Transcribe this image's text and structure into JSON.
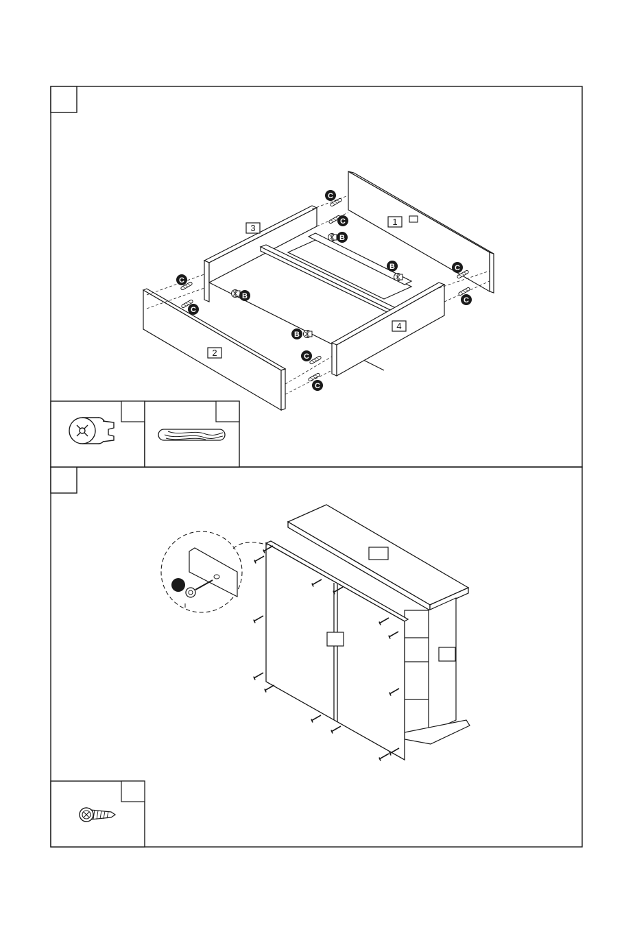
{
  "page": {
    "background": "#ffffff",
    "line_color": "#1a1a1a"
  },
  "step1": {
    "step_number": "",
    "part_labels": {
      "p1": "1",
      "p2": "2",
      "p3": "3",
      "p4": "4"
    },
    "fastener_labels": {
      "cam": "B",
      "dowel": "C"
    },
    "legend": [
      {
        "icon": "cam-lock-icon",
        "label": ""
      },
      {
        "icon": "wood-dowel-icon",
        "label": ""
      }
    ]
  },
  "step2": {
    "step_number": "",
    "part_labels": {
      "top": "",
      "back": "",
      "side": ""
    },
    "legend": [
      {
        "icon": "screw-with-washer-icon",
        "label": ""
      }
    ]
  }
}
